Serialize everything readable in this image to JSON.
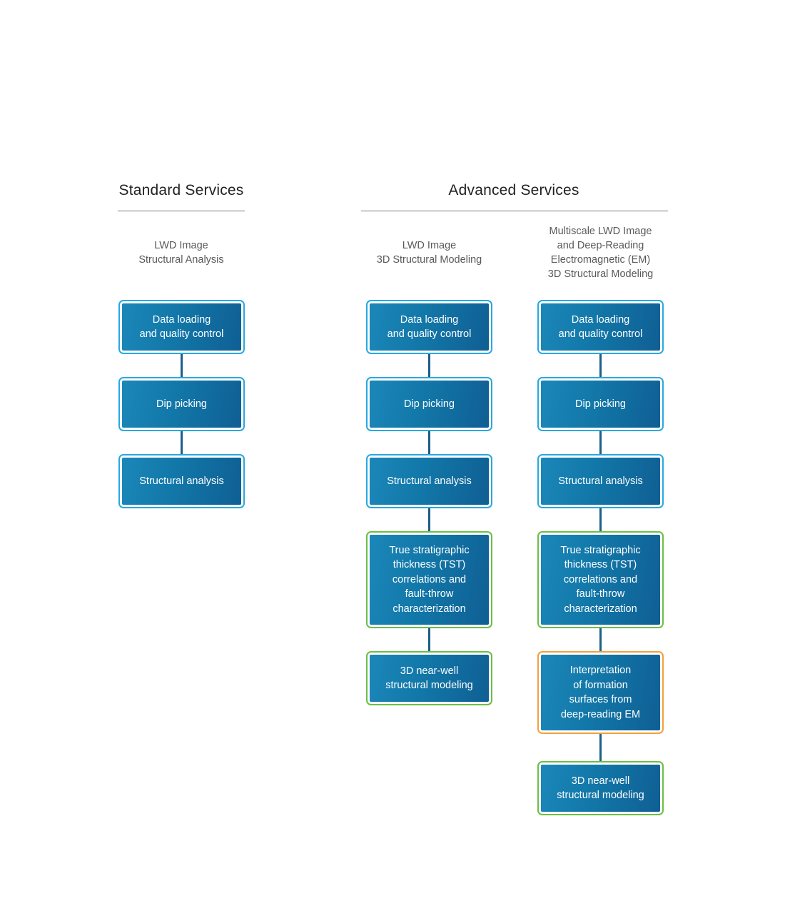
{
  "diagram": {
    "title_standard": "Standard Services",
    "title_advanced": "Advanced Services",
    "columns": [
      {
        "id": "standard-lwd-structural-analysis",
        "group": "standard",
        "caption": [
          "LWD Image",
          "Structural Analysis"
        ],
        "steps": [
          {
            "id": "data-loading",
            "border": "cyan",
            "lines": [
              "Data loading",
              "and quality control"
            ]
          },
          {
            "id": "dip-picking",
            "border": "cyan",
            "lines": [
              "Dip picking"
            ]
          },
          {
            "id": "structural-analysis",
            "border": "cyan",
            "lines": [
              "Structural analysis"
            ]
          }
        ]
      },
      {
        "id": "advanced-lwd-3d-structural-modeling",
        "group": "advanced",
        "caption": [
          "LWD Image",
          "3D Structural Modeling"
        ],
        "steps": [
          {
            "id": "data-loading",
            "border": "cyan",
            "lines": [
              "Data loading",
              "and quality control"
            ]
          },
          {
            "id": "dip-picking",
            "border": "cyan",
            "lines": [
              "Dip picking"
            ]
          },
          {
            "id": "structural-analysis",
            "border": "cyan",
            "lines": [
              "Structural analysis"
            ]
          },
          {
            "id": "tst-correlations",
            "border": "green",
            "lines": [
              "True stratigraphic",
              "thickness (TST)",
              "correlations and",
              "fault-throw",
              "characterization"
            ]
          },
          {
            "id": "3d-near-well-modeling",
            "border": "green",
            "lines": [
              "3D near-well",
              "structural modeling"
            ]
          }
        ]
      },
      {
        "id": "advanced-multiscale-em-3d-structural-modeling",
        "group": "advanced",
        "caption": [
          "Multiscale LWD Image",
          "and Deep-Reading",
          "Electromagnetic (EM)",
          "3D Structural Modeling"
        ],
        "steps": [
          {
            "id": "data-loading",
            "border": "cyan",
            "lines": [
              "Data loading",
              "and quality control"
            ]
          },
          {
            "id": "dip-picking",
            "border": "cyan",
            "lines": [
              "Dip picking"
            ]
          },
          {
            "id": "structural-analysis",
            "border": "cyan",
            "lines": [
              "Structural analysis"
            ]
          },
          {
            "id": "tst-correlations",
            "border": "green",
            "lines": [
              "True stratigraphic",
              "thickness (TST)",
              "correlations and",
              "fault-throw",
              "characterization"
            ]
          },
          {
            "id": "em-interpretation",
            "border": "orange",
            "lines": [
              "Interpretation",
              "of formation",
              "surfaces from",
              "deep-reading EM"
            ]
          },
          {
            "id": "3d-near-well-modeling",
            "border": "green",
            "lines": [
              "3D near-well",
              "structural modeling"
            ]
          }
        ]
      }
    ],
    "colors": {
      "border_cyan": "#27a9e1",
      "border_green": "#6cbe45",
      "border_orange": "#f2a03d",
      "box_fill_light": "#1b87b9",
      "box_fill_dark": "#0f5f94",
      "connector": "#1b5e8a",
      "divider": "#7a7a7a",
      "header_text": "#231f20",
      "caption_text": "#58595b",
      "box_text": "#ffffff",
      "background": "#ffffff"
    }
  }
}
